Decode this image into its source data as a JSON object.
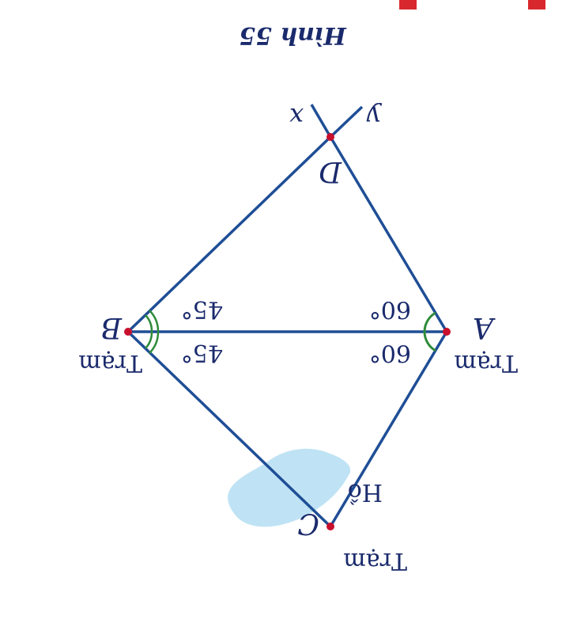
{
  "figure": {
    "caption": "Hình 55",
    "points": {
      "A": "A",
      "B": "B",
      "C": "C",
      "D": "D"
    },
    "rays": {
      "x": "x",
      "y": "y"
    },
    "stations": {
      "A": "Trạm",
      "B": "Trạm",
      "C": "Trạm"
    },
    "lake": "Hồ",
    "angles": {
      "A_upper": "60°",
      "A_lower": "60°",
      "B_upper": "45°",
      "B_lower": "45°"
    }
  },
  "colors": {
    "line": "#1f4e96",
    "point": "#c8102e",
    "arc": "#2e8b3a",
    "lake": "#bfe3f5",
    "text": "#1a2a6c",
    "corner_mark": "#d9272e"
  }
}
